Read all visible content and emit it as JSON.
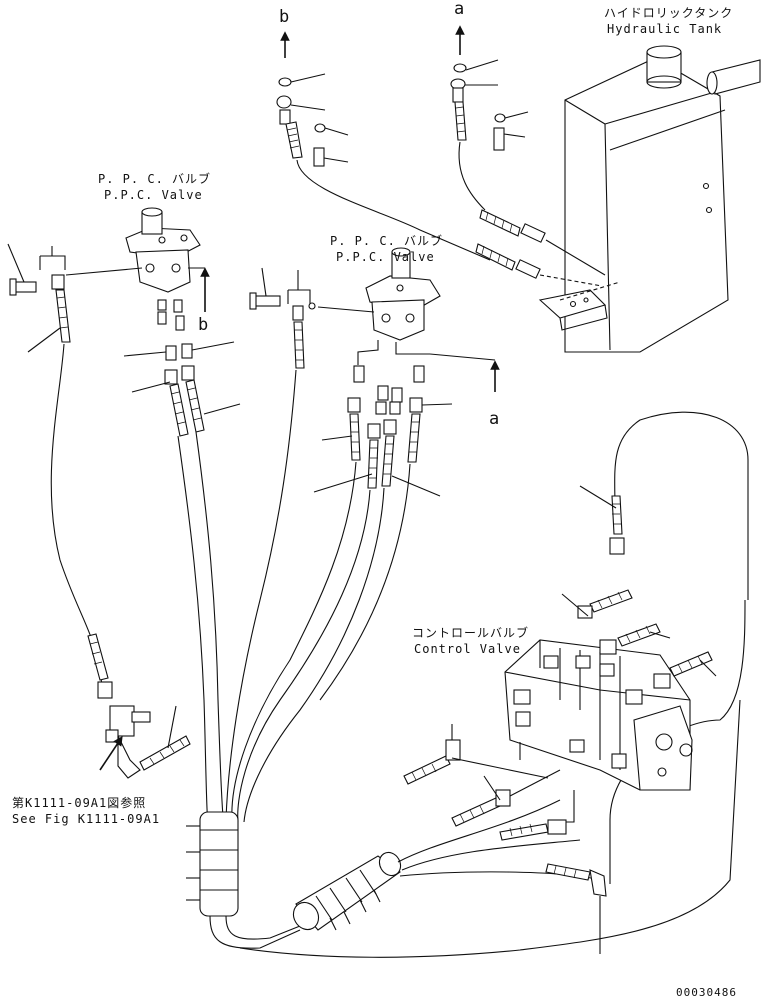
{
  "labels": {
    "arrow_b_top": "b",
    "arrow_a_top": "a",
    "arrow_b_mid": "b",
    "arrow_a_mid": "a",
    "hydraulic_tank_jp": "ハイドロリックタンク",
    "hydraulic_tank_en": "Hydraulic Tank",
    "ppc_valve_left_jp": "P. P. C. バルブ",
    "ppc_valve_left_en": "P.P.C. Valve",
    "ppc_valve_right_jp": "P. P. C. バルブ",
    "ppc_valve_right_en": "P.P.C. Valve",
    "control_valve_jp": "コントロールバルブ",
    "control_valve_en": "Control Valve",
    "see_fig_jp": "第K1111-09A1図参照",
    "see_fig_en": "See Fig K1111-09A1",
    "drawing_number": "00030486"
  }
}
